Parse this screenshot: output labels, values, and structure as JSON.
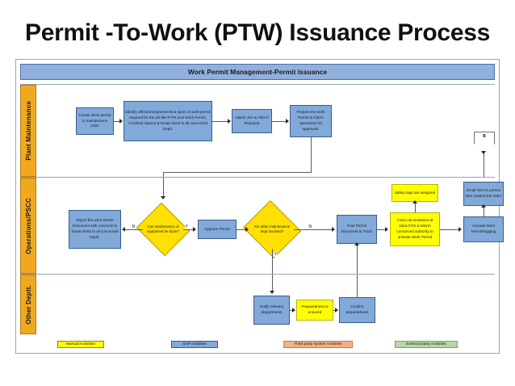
{
  "page": {
    "title": "Permit -To-Work (PTW) Issuance Process"
  },
  "chart": {
    "header": "Work Permit Management-Permit Issuance"
  },
  "lanes": [
    {
      "label": "Plant Maintenance"
    },
    {
      "label": "Operations/PSCC"
    },
    {
      "label": "Other Deptt."
    }
  ],
  "nodes": {
    "create_work_permit": "Create Work permit in maintenance order",
    "identify_departments": "Identify affected departments & types of work permit required for the job like PTW (Hot Work Permit, Confined Space) & Email Alerts to  all concerned Deptt.",
    "attach_jsa": "Attach JSA & HRA if Required",
    "prepare_permit": "Prepare the work Permit & inform operations for approvals.",
    "offpage_b": "B",
    "reject_permit": "Reject the work Permit Document  with comment & Email Alerts to  all concerned Deptt.",
    "can_maintenance": "Can maintenance of equipment  be done?",
    "approve_permit": "Approve Permit",
    "other_dept_involved": "Are other maintenance dept involved?",
    "print_permit": "Print Permit Document & TAGS",
    "safety_tags": "Safety tags are assigned",
    "carry_out_isolations": "Carry out Isolations at site/LOTO & inform concerned authority to activate Work Permit",
    "email_alert_creator": "Email Alert to person who created the order",
    "activate_permit": "Activate Work Permit/Tagging",
    "notify_departments": "Notify relevant departments",
    "preparedness_ensured": "Preparedness is ensured",
    "confirm_preparedness": "Confirm preparedness"
  },
  "edge_labels": {
    "can_maintenance_no": "N",
    "can_maintenance_yes": "Y",
    "other_dept_no": "N",
    "other_dept_yes": "Y"
  },
  "legend": [
    {
      "label": "Manual Activities",
      "color": "#ffff00"
    },
    {
      "label": "SAP Activities",
      "color": "#81a9da"
    },
    {
      "label": "Third party system Activities",
      "color": "#f5b183"
    },
    {
      "label": "External party Activities",
      "color": "#b9d6a6"
    }
  ]
}
